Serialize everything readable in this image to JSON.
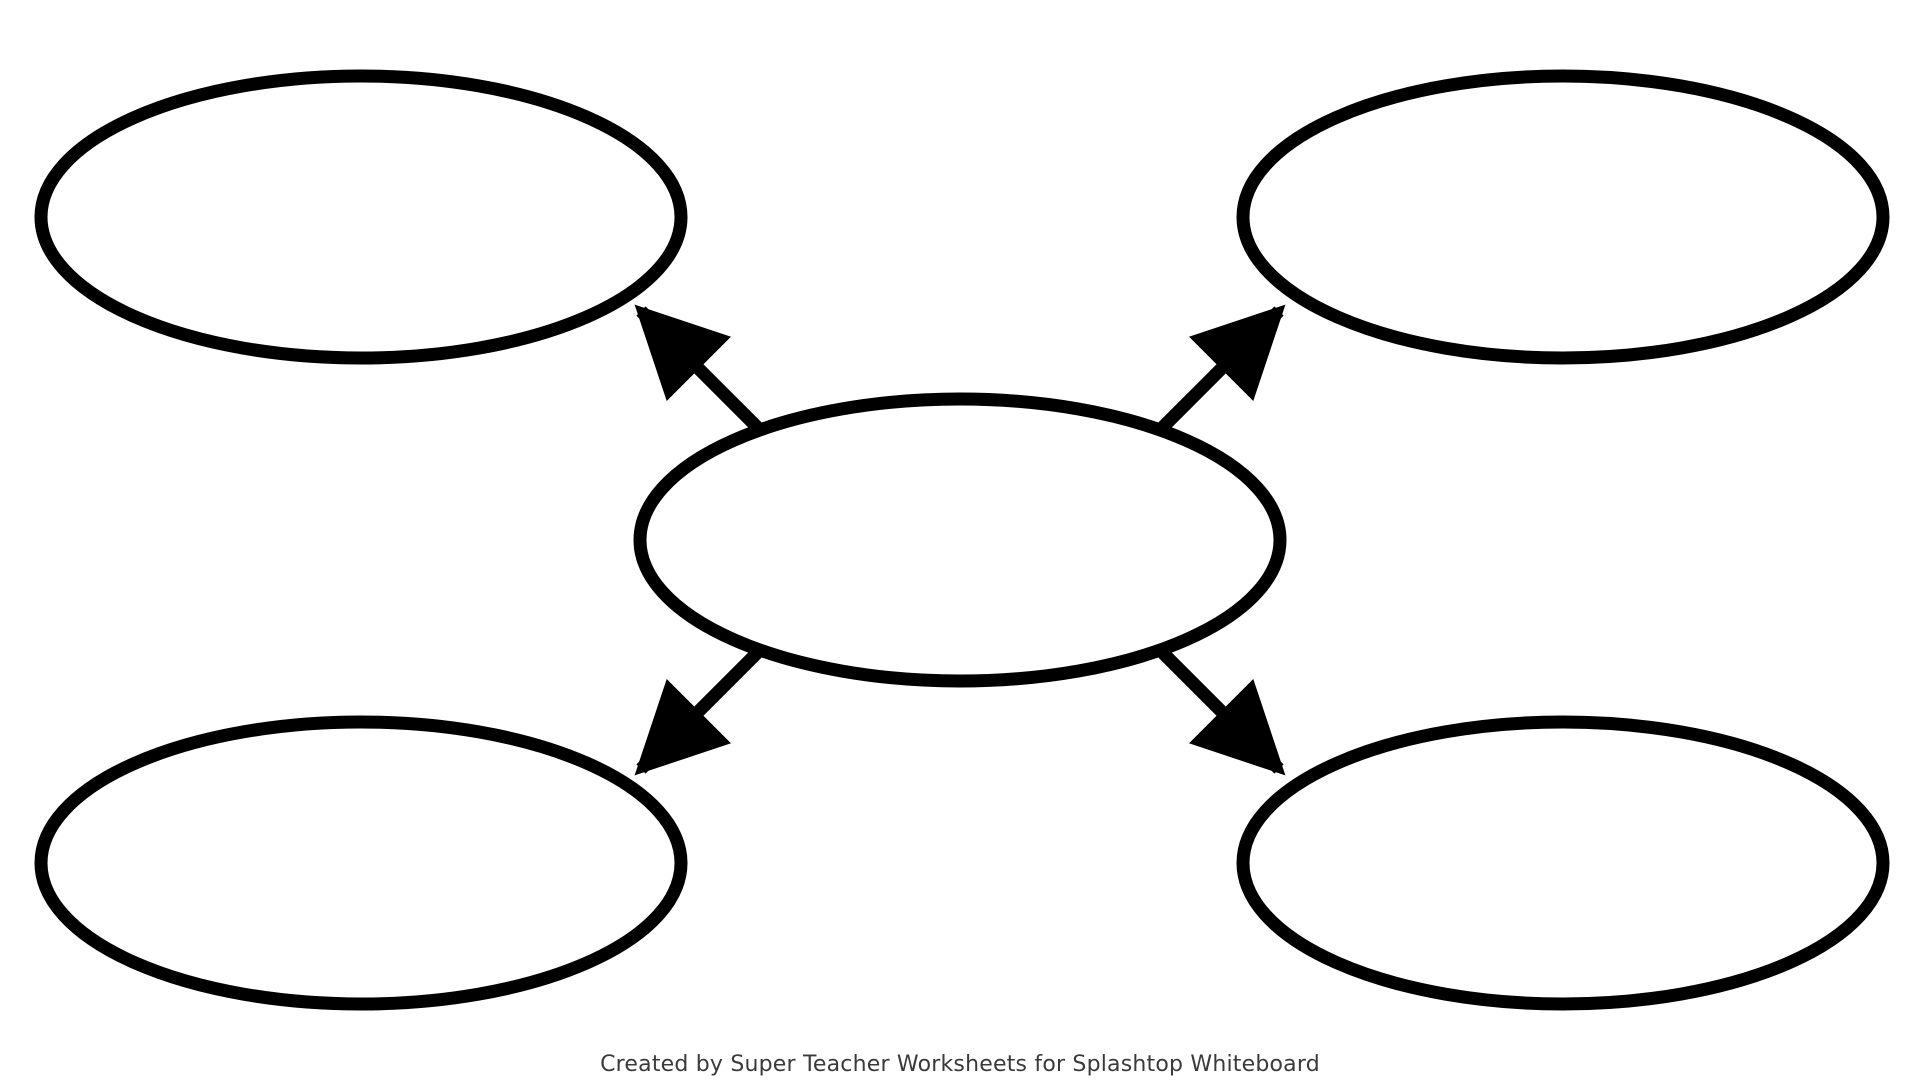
{
  "diagram": {
    "type": "web-organizer",
    "nodes": [
      {
        "id": "center",
        "text": ""
      },
      {
        "id": "top-left",
        "text": ""
      },
      {
        "id": "top-right",
        "text": ""
      },
      {
        "id": "bottom-left",
        "text": ""
      },
      {
        "id": "bottom-right",
        "text": ""
      }
    ],
    "edges": [
      {
        "from": "center",
        "to": "top-left"
      },
      {
        "from": "center",
        "to": "top-right"
      },
      {
        "from": "center",
        "to": "bottom-left"
      },
      {
        "from": "center",
        "to": "bottom-right"
      }
    ],
    "stroke_color": "#000000",
    "background_color": "#ffffff"
  },
  "footer": {
    "credit": "Created by Super Teacher Worksheets for Splashtop Whiteboard"
  }
}
